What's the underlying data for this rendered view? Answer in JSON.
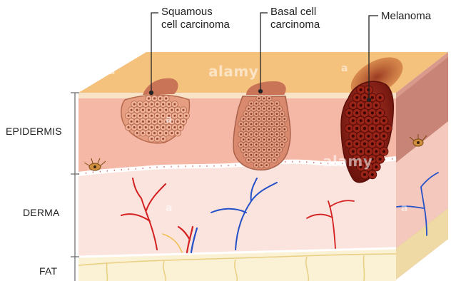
{
  "layers": {
    "epidermis": "EPIDERMIS",
    "derma": "DERMA",
    "fat": "FAT"
  },
  "callouts": {
    "squamous_line1": "Squamous",
    "squamous_line2": "cell carcinoma",
    "basal_line1": "Basal cell",
    "basal_line2": "carcinoma",
    "melanoma": "Melanoma"
  },
  "watermark": {
    "text": "alamy",
    "small": "a"
  },
  "colors": {
    "surface": "#f5c27d",
    "epidermis": "#f5b8a6",
    "derma": "#fbe4de",
    "fat": "#fbf1d4",
    "side_face": "#d99a8c",
    "squamous": "#e69e83",
    "basal": "#d98a6e",
    "melanoma": "#8c1e14",
    "artery": "#d32020",
    "vein": "#2450c8"
  },
  "icons": {
    "cells": "cell-cluster-icon",
    "vessels": "blood-vessel-icon",
    "melanocyte": "melanocyte-icon"
  }
}
